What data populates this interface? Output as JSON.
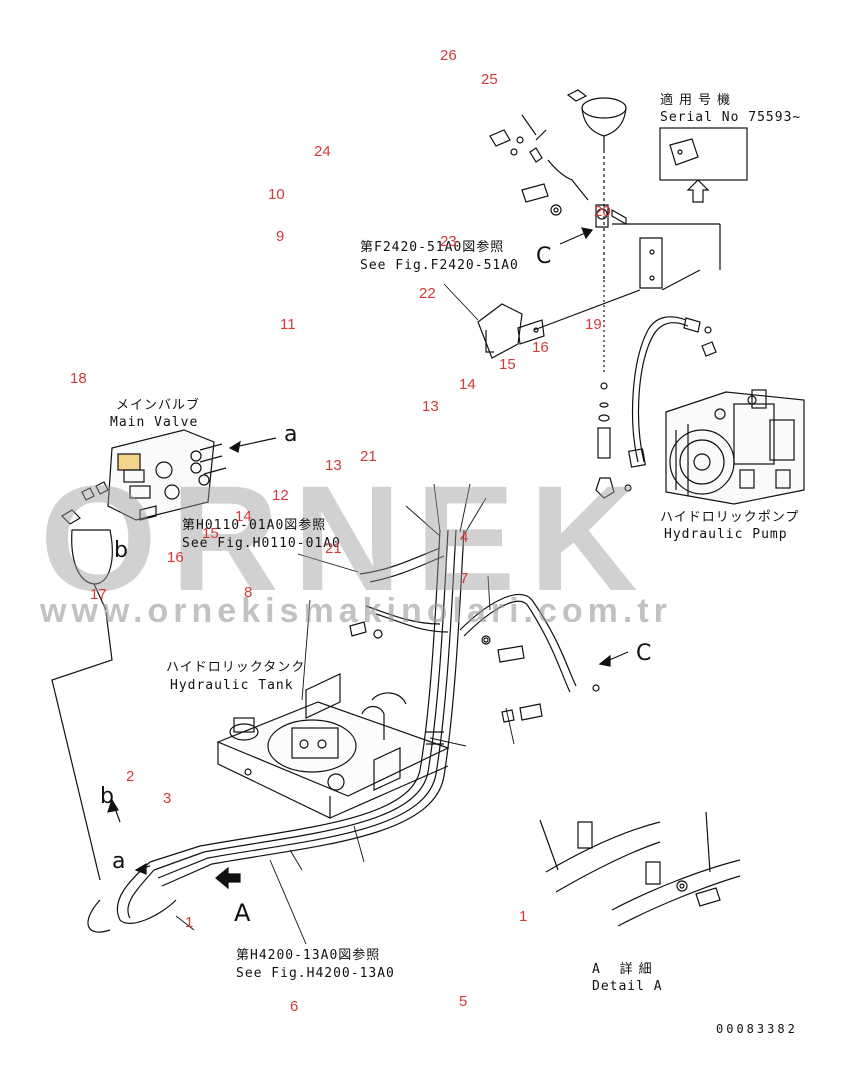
{
  "watermark": {
    "brand": "ORNEK",
    "site": "www.ornekismakinolari.com.tr"
  },
  "serial_box": {
    "jp": "適用号機",
    "en": "Serial No 75593~"
  },
  "refs": {
    "f2420_jp": "第F2420-51A0図参照",
    "f2420_en": "See Fig.F2420-51A0",
    "h0110_jp": "第H0110-01A0図参照",
    "h0110_en": "See Fig.H0110-01A0",
    "h4200_jp": "第H4200-13A0図参照",
    "h4200_en": "See Fig.H4200-13A0"
  },
  "components": {
    "main_valve_jp": "メインバルブ",
    "main_valve_en": "Main Valve",
    "pump_jp": "ハイドロリックポンプ",
    "pump_en": "Hydraulic Pump",
    "tank_jp": "ハイドロリックタンク",
    "tank_en": "Hydraulic Tank"
  },
  "detail": {
    "jp": "A 詳細",
    "en": "Detail A"
  },
  "view_letters": {
    "a": "a",
    "b": "b",
    "c": "C",
    "A": "A"
  },
  "drawing_no": "00083382",
  "part_numbers": {
    "n1": "1",
    "n1b": "1",
    "n2": "2",
    "n3": "3",
    "n4": "4",
    "n5": "5",
    "n6": "6",
    "n7": "7",
    "n8": "8",
    "n9": "9",
    "n10": "10",
    "n11": "11",
    "n12": "12",
    "n13a": "13",
    "n13b": "13",
    "n14a": "14",
    "n14b": "14",
    "n15a": "15",
    "n15b": "15",
    "n16a": "16",
    "n16b": "16",
    "n17": "17",
    "n18": "18",
    "n19": "19",
    "n20": "20",
    "n21a": "21",
    "n21b": "21",
    "n22": "22",
    "n23": "23",
    "n24": "24",
    "n25": "25",
    "n26": "26"
  }
}
